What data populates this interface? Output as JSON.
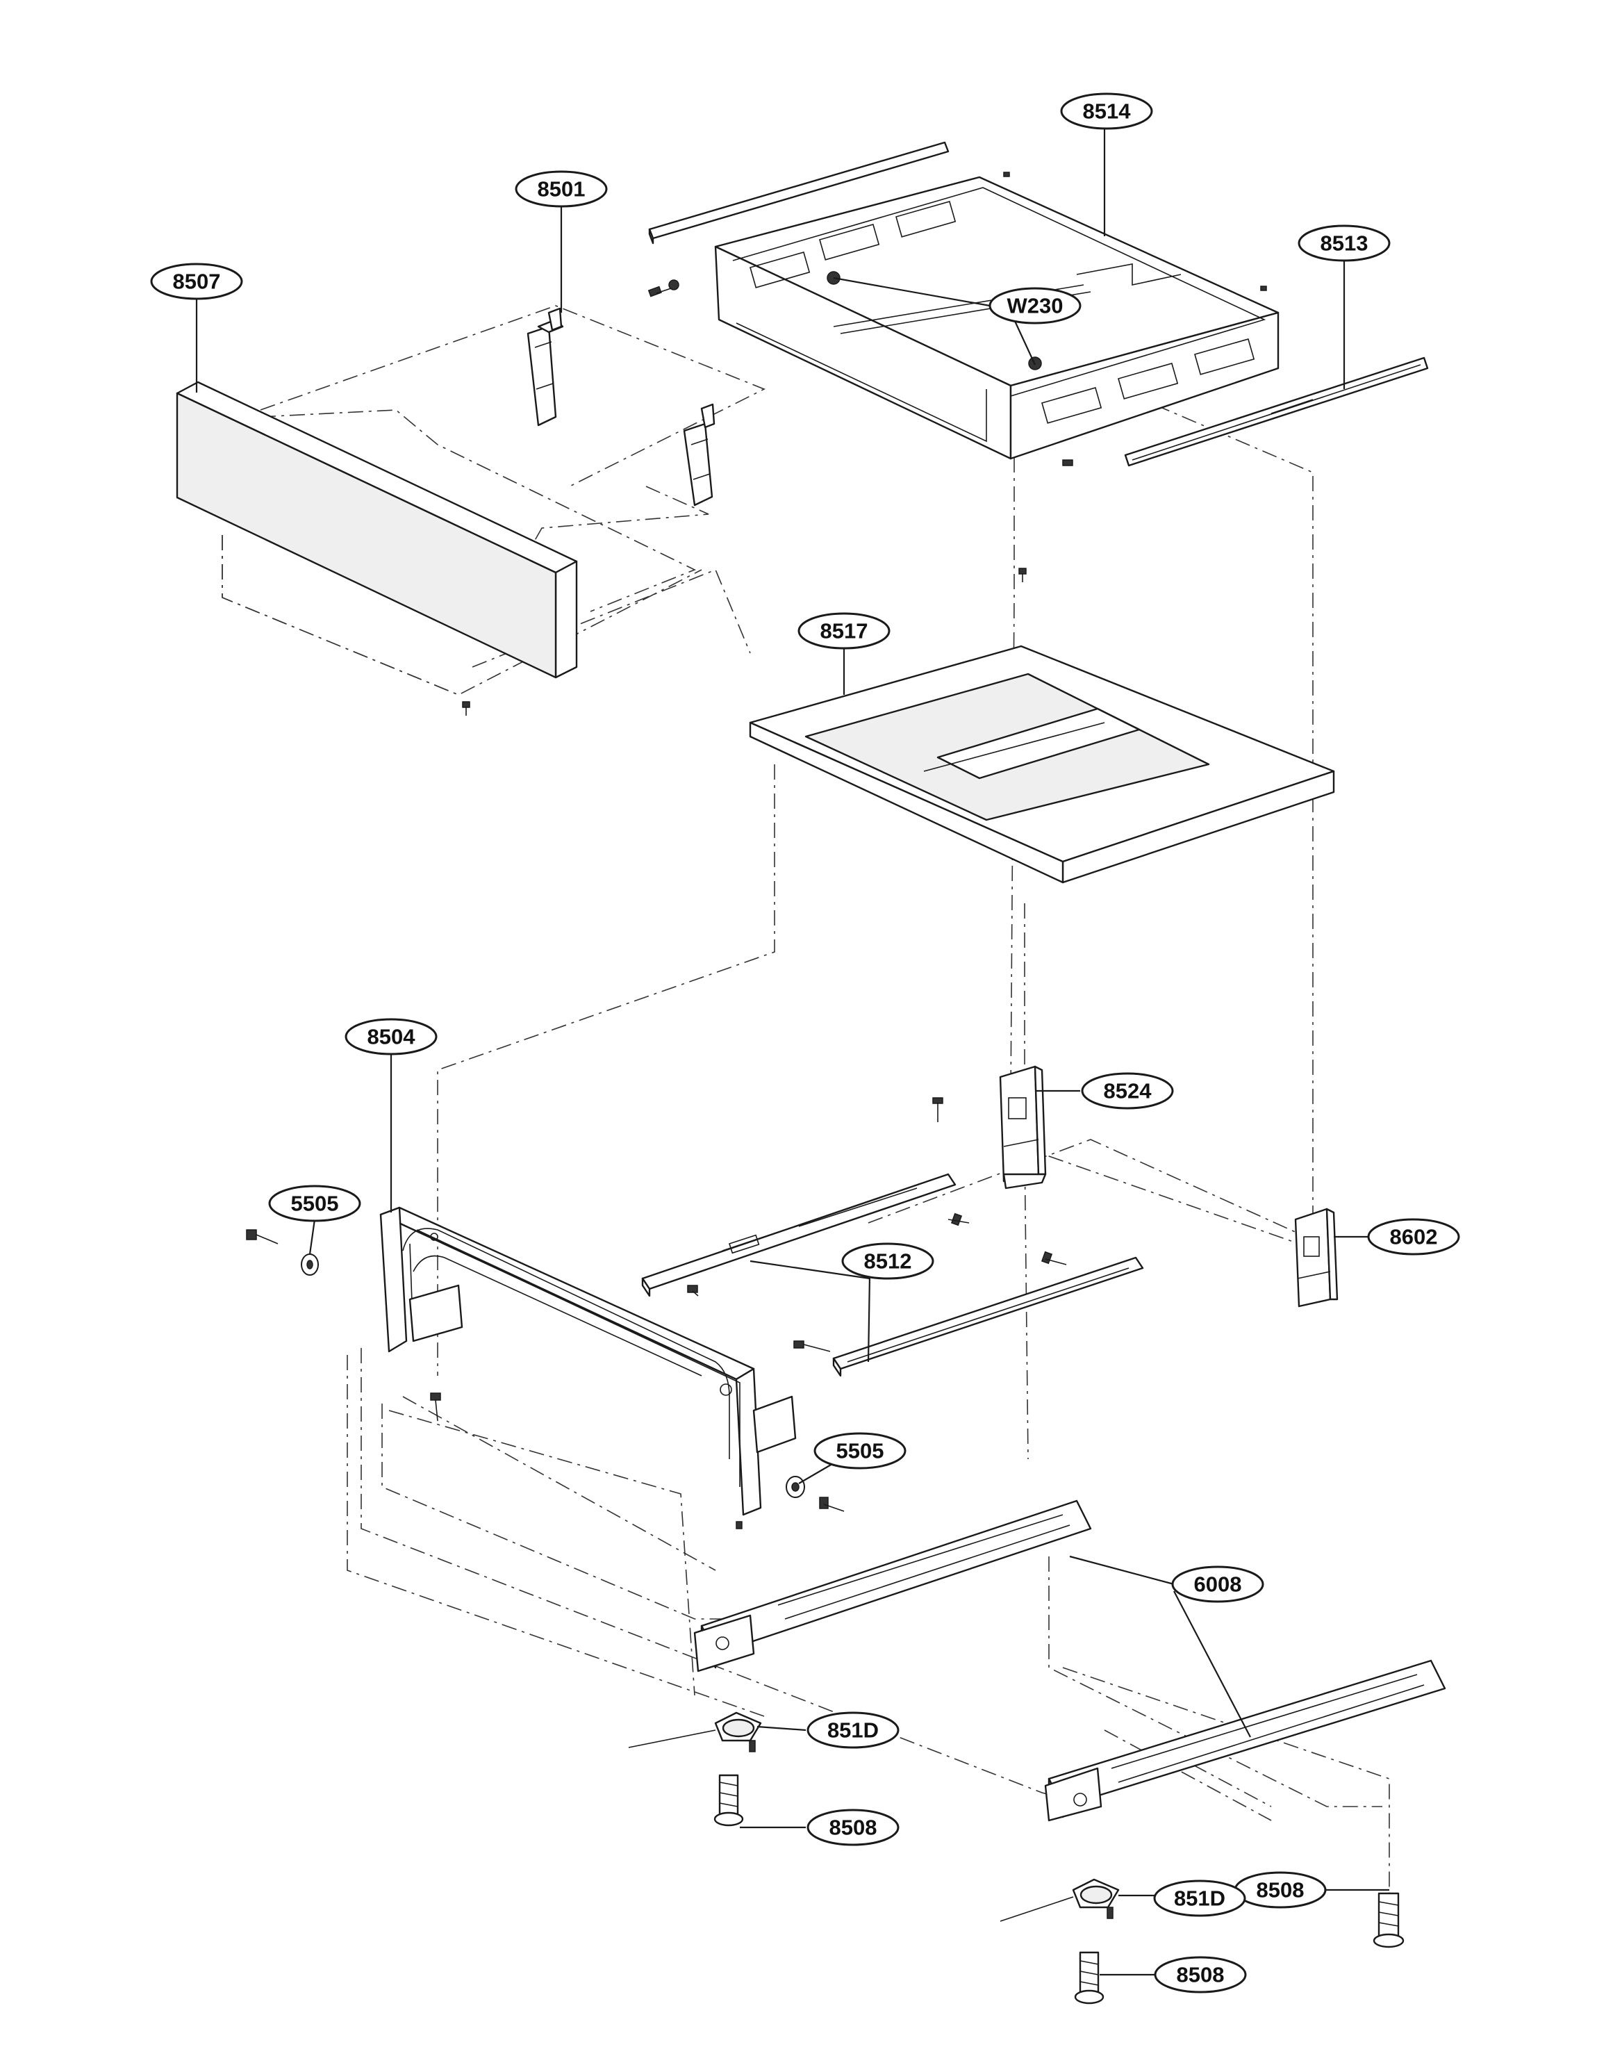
{
  "callouts": {
    "c8514": "8514",
    "c8501": "8501",
    "c8507": "8507",
    "c8513": "8513",
    "cW230": "W230",
    "c8517": "8517",
    "c8504": "8504",
    "c8524": "8524",
    "c5505a": "5505",
    "c8602": "8602",
    "c8512": "8512",
    "c5505b": "5505",
    "c6008": "6008",
    "c851Da": "851D",
    "c8508a": "8508",
    "c8508b": "8508",
    "c851Db": "851D",
    "c8508c": "8508"
  },
  "colors": {
    "ink": "#1a1a1a",
    "background": "#ffffff"
  }
}
